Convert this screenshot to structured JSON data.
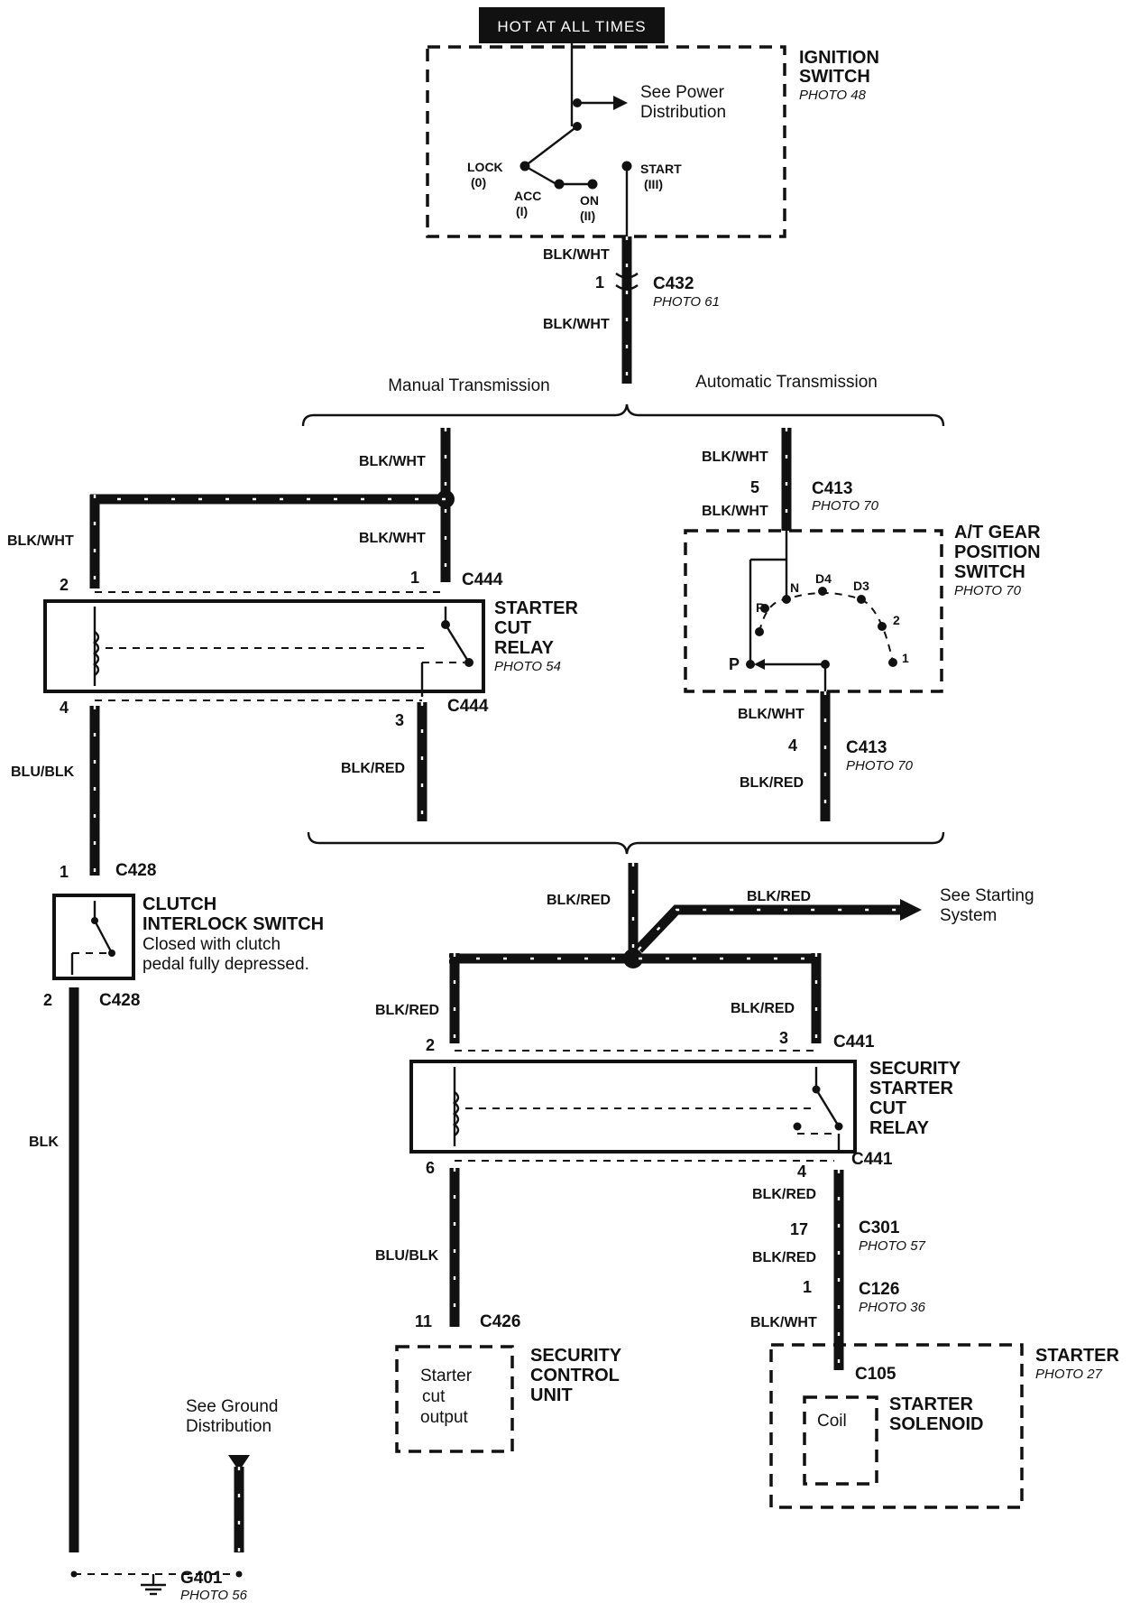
{
  "header": {
    "hot_label": "HOT AT ALL TIMES"
  },
  "ignition": {
    "name_line1": "IGNITION",
    "name_line2": "SWITCH",
    "photo": "PHOTO 48",
    "see_line1": "See Power",
    "see_line2": "Distribution",
    "lock": "LOCK",
    "lock_code": "(0)",
    "acc": "ACC",
    "acc_code": "(I)",
    "on": "ON",
    "on_code": "(II)",
    "start": "START",
    "start_code": "(III)"
  },
  "wires": {
    "blk_wht": "BLK/WHT",
    "blu_blk": "BLU/BLK",
    "blk_red": "BLK/RED",
    "blk": "BLK"
  },
  "connectors": {
    "c432": "C432",
    "c432_photo": "PHOTO 61",
    "c432_pin": "1",
    "c444": "C444",
    "c444_pin1": "1",
    "c444_pin2": "2",
    "c444_pin3": "3",
    "c444_pin4": "4",
    "c413": "C413",
    "c413_photo": "PHOTO 70",
    "c413_pin5": "5",
    "c413_pin4": "4",
    "c428": "C428",
    "c428_pin1": "1",
    "c428_pin2": "2",
    "c441": "C441",
    "c441_pin2": "2",
    "c441_pin3": "3",
    "c441_pin6": "6",
    "c441_pin4": "4",
    "c301": "C301",
    "c301_photo": "PHOTO 57",
    "c301_pin": "17",
    "c126": "C126",
    "c126_photo": "PHOTO 36",
    "c126_pin": "1",
    "c426": "C426",
    "c426_pin": "11",
    "c105": "C105",
    "g401": "G401",
    "g401_photo": "PHOTO 56"
  },
  "transmission": {
    "manual": "Manual Transmission",
    "automatic": "Automatic Transmission"
  },
  "starter_cut_relay": {
    "line1": "STARTER",
    "line2": "CUT",
    "line3": "RELAY",
    "photo": "PHOTO 54"
  },
  "gear_switch": {
    "line1": "A/T GEAR",
    "line2": "POSITION",
    "line3": "SWITCH",
    "photo": "PHOTO 70",
    "p": "P",
    "r": "R",
    "n": "N",
    "d4": "D4",
    "d3": "D3",
    "two": "2",
    "one": "1"
  },
  "clutch_switch": {
    "line1": "CLUTCH",
    "line2": "INTERLOCK SWITCH",
    "note1": "Closed with clutch",
    "note2": "pedal fully depressed."
  },
  "starting_system": {
    "line1": "See Starting",
    "line2": "System"
  },
  "security_relay": {
    "line1": "SECURITY",
    "line2": "STARTER",
    "line3": "CUT",
    "line4": "RELAY"
  },
  "security_unit": {
    "line1": "SECURITY",
    "line2": "CONTROL",
    "line3": "UNIT",
    "out1": "Starter",
    "out2": "cut",
    "out3": "output"
  },
  "starter": {
    "name": "STARTER",
    "photo": "PHOTO 27",
    "coil": "Coil",
    "sol1": "STARTER",
    "sol2": "SOLENOID"
  },
  "ground": {
    "line1": "See Ground",
    "line2": "Distribution"
  }
}
